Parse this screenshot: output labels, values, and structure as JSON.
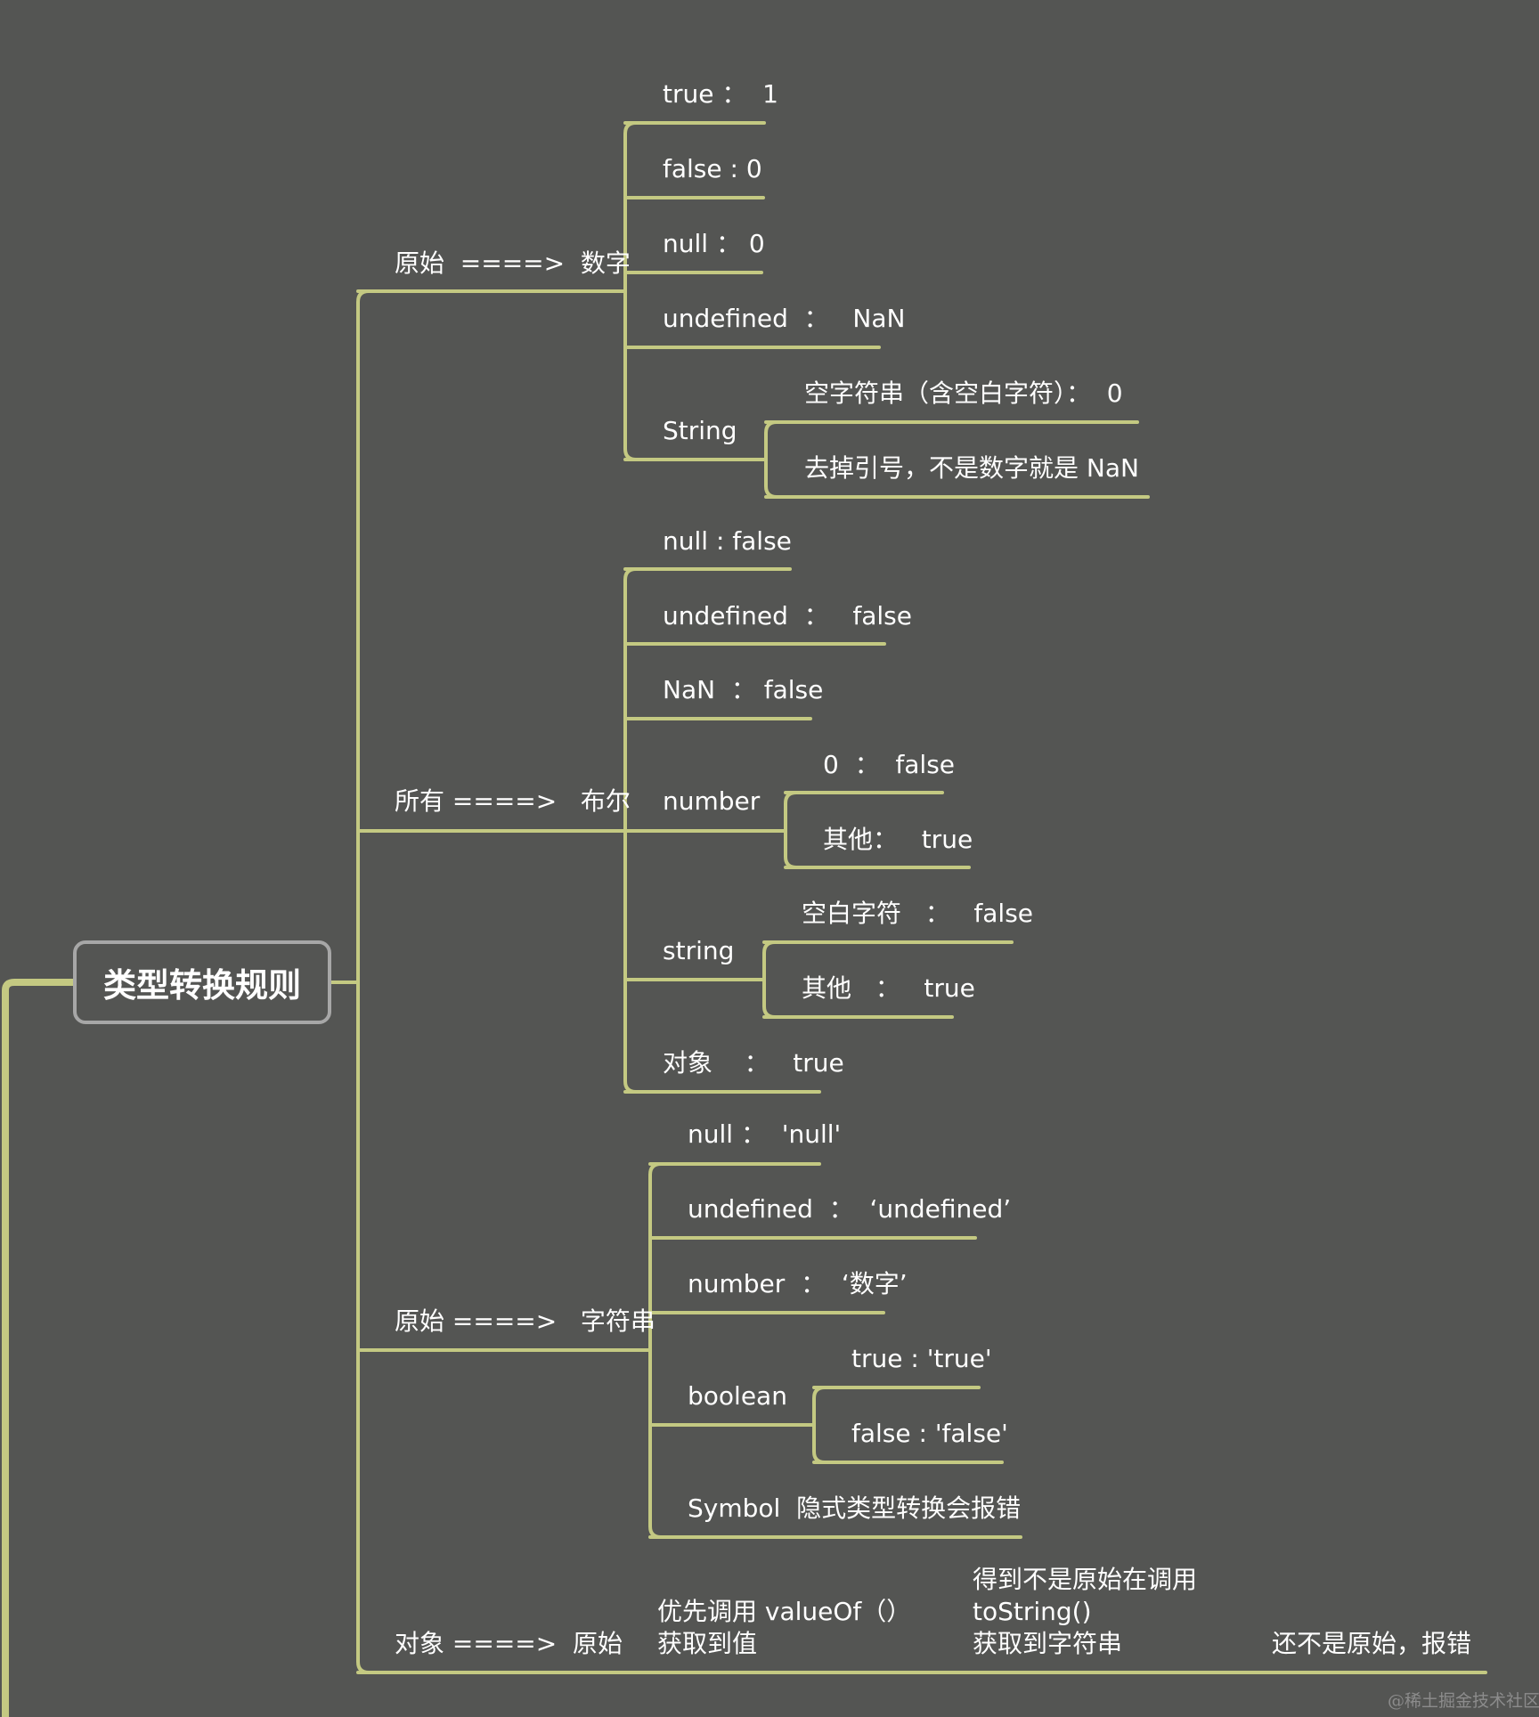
{
  "root": {
    "label": "类型转换规则"
  },
  "branches": {
    "to_number": {
      "label": "原始  ====>  数字",
      "items": {
        "true": "true ：  1",
        "false": "false : 0",
        "null": "null ： 0",
        "undefined": "undefined  ：   NaN",
        "string": {
          "label": "String",
          "empty": "空字符串（含空白字符）：  0",
          "other": "去掉引号，不是数字就是 NaN"
        }
      }
    },
    "to_boolean": {
      "label": "所有 ====>   布尔",
      "items": {
        "null": "null : false",
        "undefined": "undefined  ：   false",
        "nan": "NaN  ： false",
        "number": {
          "label": "number",
          "zero": "0  ：  false",
          "other": "其他：   true"
        },
        "string": {
          "label": "string",
          "blank": "空白字符   ：   false",
          "other": "其他   ：   true"
        },
        "object": "对象    ：   true"
      }
    },
    "to_string": {
      "label": "原始 ====>   字符串",
      "items": {
        "null": "null ：  'null'",
        "undefined": "undefined  ：  ‘undefined’",
        "number": "number  ：  ‘数字’",
        "boolean": {
          "label": "boolean",
          "true": "true : 'true'",
          "false": "false : 'false'"
        },
        "symbol": "Symbol  隐式类型转换会报错"
      }
    },
    "object_to_primitive": {
      "label": "对象 ====>  原始",
      "step1": {
        "line1": "优先调用 valueOf（）",
        "line2": "获取到值"
      },
      "step2": {
        "line1": "得到不是原始在调用",
        "line2": "toString()",
        "line3": "获取到字符串"
      },
      "step3": "还不是原始，报错"
    }
  },
  "watermark": "@稀土掘金技术社区",
  "colors": {
    "background": "#545553",
    "connector": "#c4c982",
    "root_border": "#a7a7a7",
    "text": "#ffffff"
  }
}
